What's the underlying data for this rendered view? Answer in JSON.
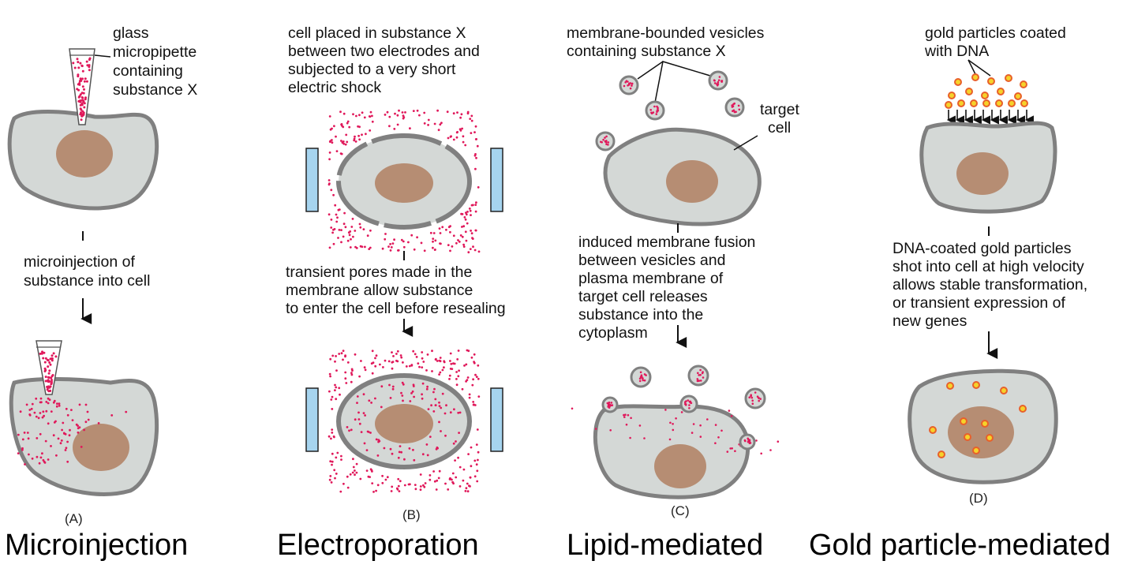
{
  "panels": {
    "a": {
      "label_glass": "glass",
      "label_micropipette": "micropipette",
      "label_containing": "containing",
      "label_substance": "substance X",
      "step_line1": "microinjection of",
      "step_line2": "substance into cell",
      "panel_label": "(A)",
      "caption": "Microinjection"
    },
    "b": {
      "top_line1": "cell placed in substance X",
      "top_line2": "between two electrodes and",
      "top_line3": "subjected to a very short",
      "top_line4": "electric shock",
      "step_line1": "transient pores made in the",
      "step_line2": "membrane allow substance",
      "step_line3": "to enter the cell before resealing",
      "panel_label": "(B)",
      "caption": "Electroporation"
    },
    "c": {
      "top_line1": "membrane-bounded vesicles",
      "top_line2": "containing substance X",
      "target_line1": "target",
      "target_line2": "cell",
      "step_line1": "induced membrane fusion",
      "step_line2": "between vesicles and",
      "step_line3": "plasma membrane of",
      "step_line4": "target cell releases",
      "step_line5": "substance into the",
      "step_line6": "cytoplasm",
      "panel_label": "(C)",
      "caption": "Lipid-mediated"
    },
    "d": {
      "top_line1": "gold particles coated",
      "top_line2": "with DNA",
      "step_line1": "DNA-coated gold particles",
      "step_line2": "shot into cell at high velocity",
      "step_line3": "allows stable transformation,",
      "step_line4": "or transient expression of",
      "step_line5": "new genes",
      "panel_label": "(D)",
      "caption": "Gold particle-mediated"
    }
  },
  "colors": {
    "cytoplasm": "#d4d8d6",
    "membrane": "#808080",
    "nucleus": "#b68d73",
    "substance_dot": "#e0185a",
    "electrode": "#a6d4ef",
    "gold_fill": "#f6d22a",
    "gold_ring": "#e8602a"
  }
}
